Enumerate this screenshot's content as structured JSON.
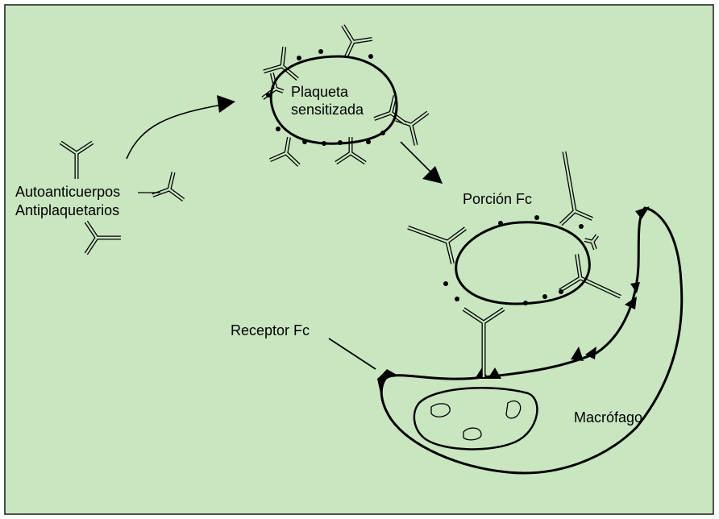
{
  "colors": {
    "background": "#c9e6c0",
    "border": "#1a1a1a",
    "stroke": "#000000"
  },
  "labels": {
    "autoanticuerpos": "Autoanticuerpos",
    "antiplaquetarios": "Antiplaquetarios",
    "plaqueta_line1": "Plaqueta",
    "plaqueta_line2": "sensitizada",
    "porcion_fc": "Porción Fc",
    "receptor_fc": "Receptor Fc",
    "macrofago": "Macrófago"
  }
}
